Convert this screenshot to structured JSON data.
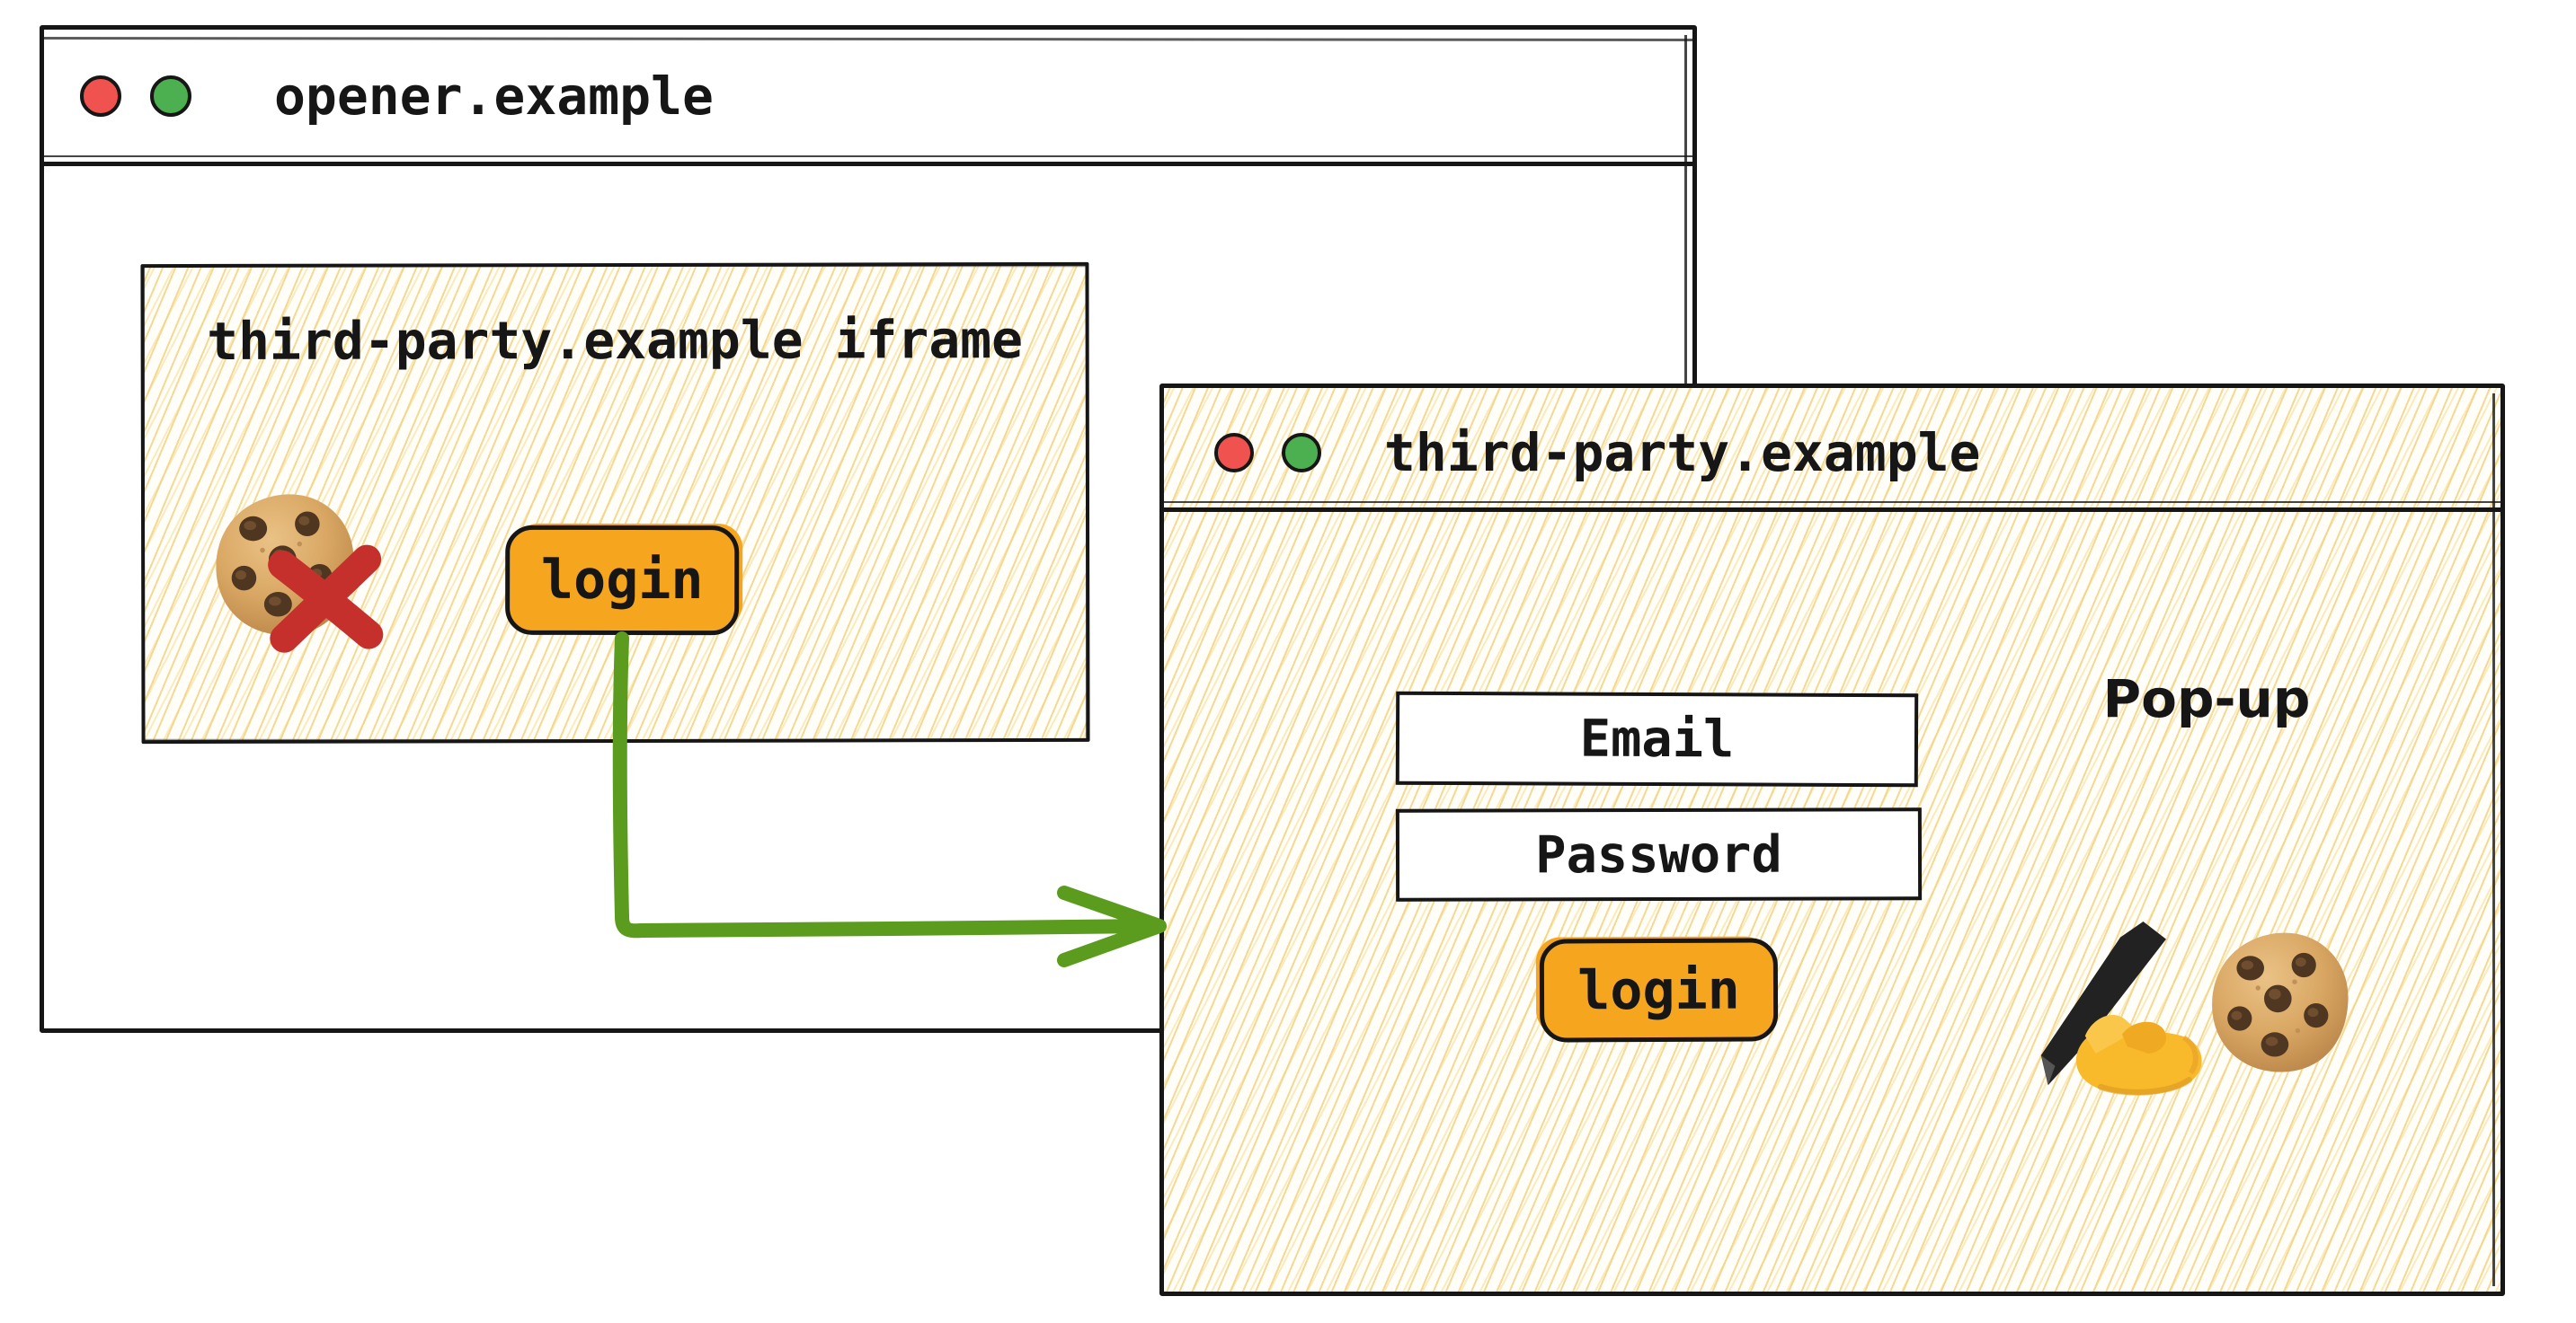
{
  "opener": {
    "title": "opener.example",
    "iframe_title": "third-party.example iframe",
    "iframe_login_label": "login"
  },
  "popup": {
    "title": "third-party.example",
    "window_label": "Pop-up",
    "email_label": "Email",
    "password_label": "Password",
    "login_label": "login"
  },
  "icons": {
    "opener_titlebar": [
      "close-icon",
      "minimize-icon"
    ],
    "popup_titlebar": [
      "close-icon",
      "minimize-icon"
    ],
    "iframe_graphic": [
      "cookie-emoji",
      "red-cross-blocked-icon"
    ],
    "popup_graphic": [
      "writing-hand-emoji",
      "cookie-emoji"
    ],
    "connector": "green-elbow-arrow"
  },
  "colors": {
    "ink": "#161616",
    "button_orange": "#F6A51E",
    "arrow_green": "#5B9B1E",
    "traffic_red": "#F0534F",
    "traffic_green": "#4CAF50",
    "cross_red": "#C5302C",
    "hatch_line": "#F3D282",
    "paper": "#FFFFFF"
  }
}
